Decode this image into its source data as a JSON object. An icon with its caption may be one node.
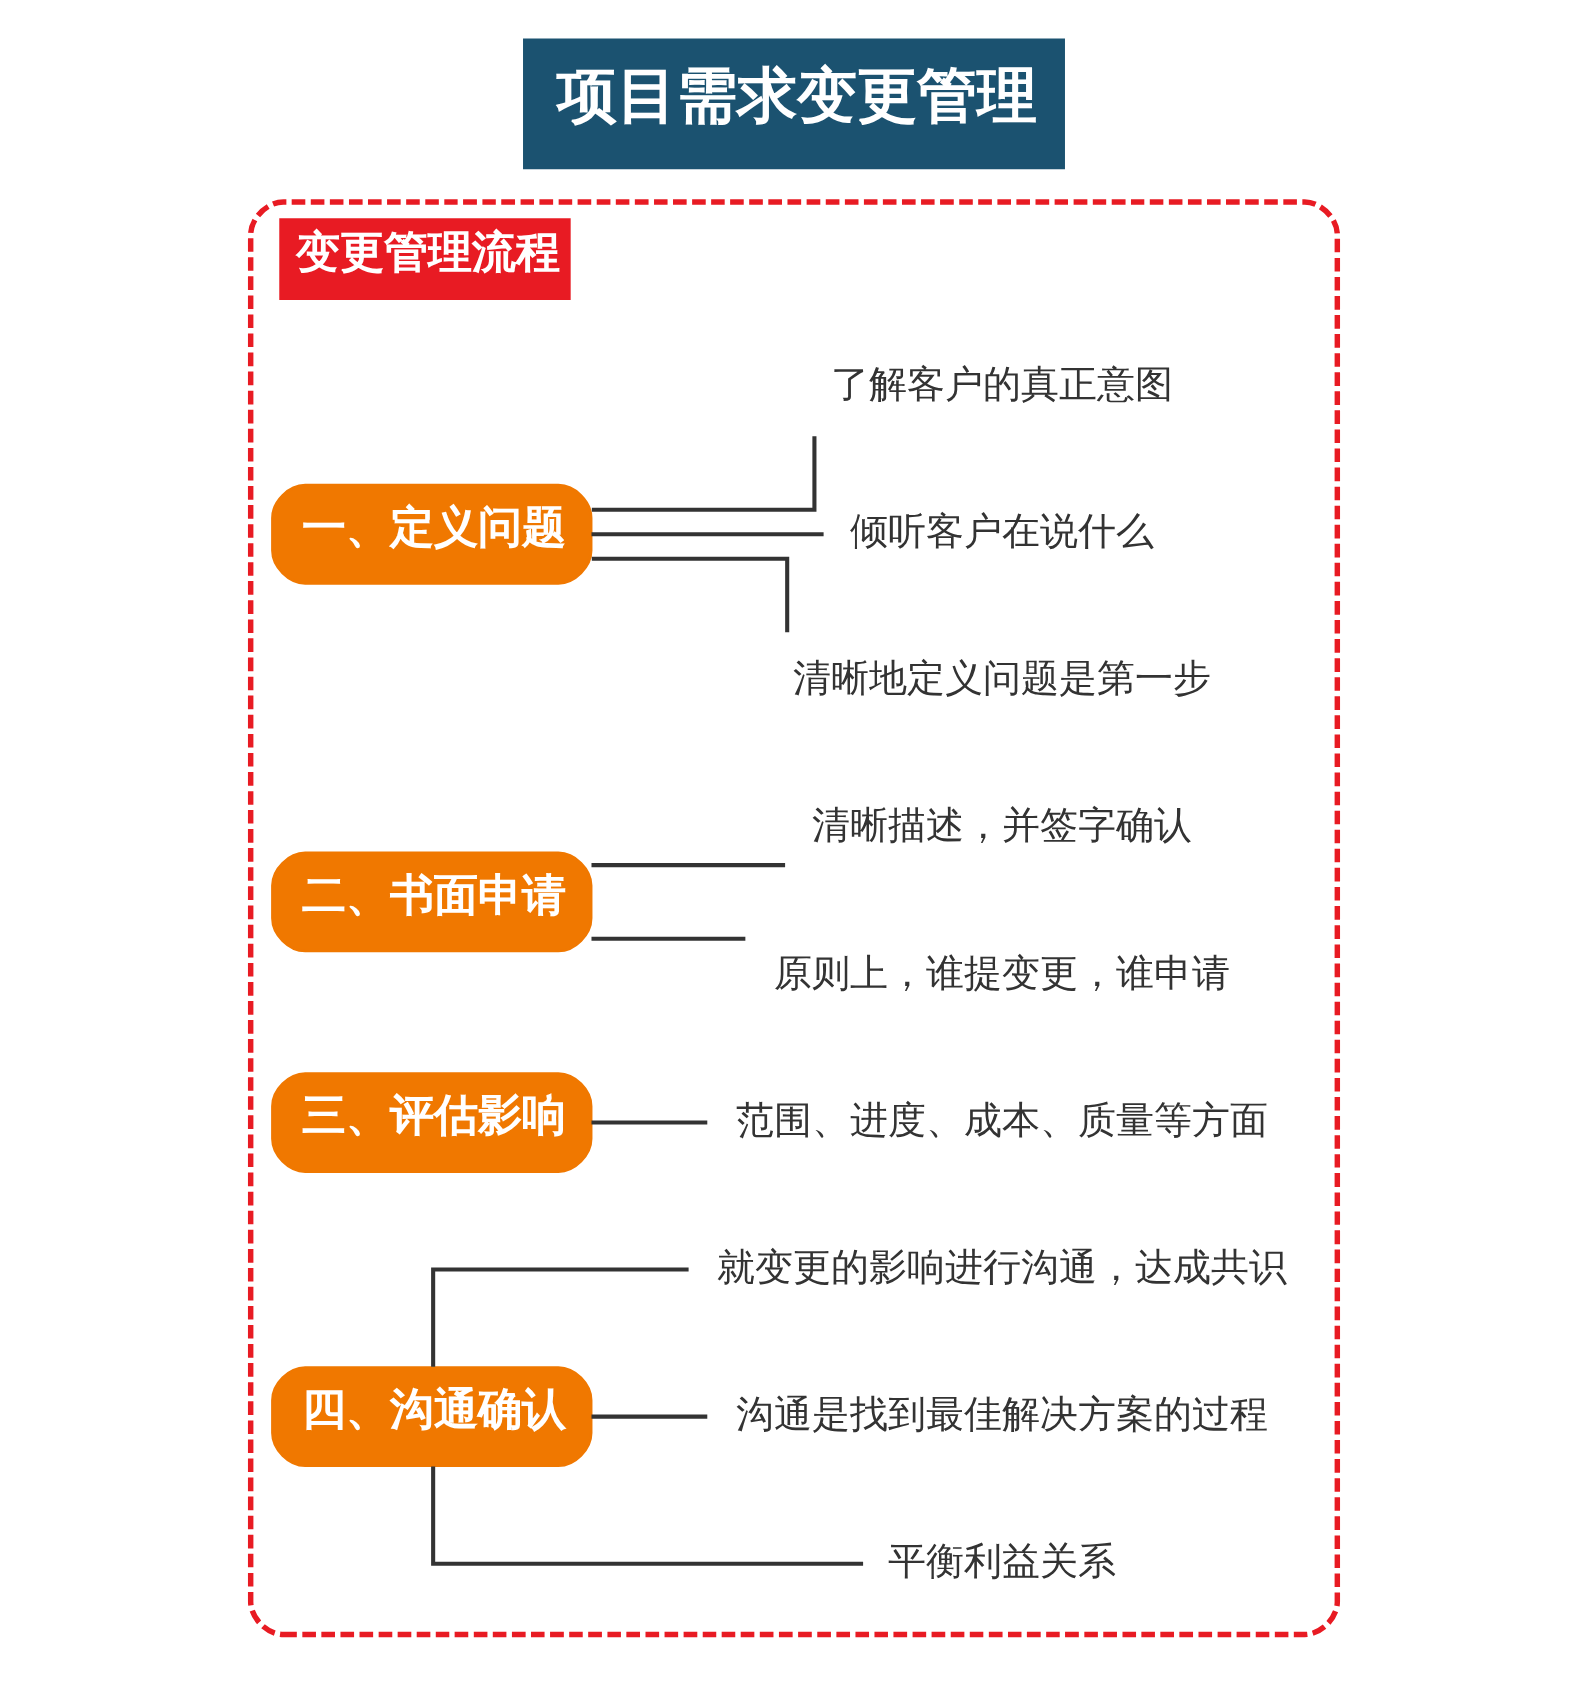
{
  "diagram": {
    "title": "项目需求变更管理",
    "nodes": [
      {
        "text": [
          "变更管理流程"
        ]
      },
      {
        "text": [
          "一、定义问题"
        ],
        "in": 0
      },
      {
        "text": [
          "清晰地定义问题是第一步"
        ],
        "in": 0
      },
      {
        "text": [
          "倾听客户在说什么"
        ],
        "in": 0
      },
      {
        "text": [
          "了解客户的真正意图"
        ],
        "in": 0
      },
      {
        "text": [
          "二、书面申请"
        ],
        "in": 0
      },
      {
        "text": [
          "原则上，谁提变更，谁申请"
        ],
        "in": 0
      },
      {
        "text": [
          "清晰描述，并签字确认"
        ],
        "in": 0
      },
      {
        "text": [
          "三、评估影响"
        ],
        "in": 0
      },
      {
        "text": [
          "范围、进度、成本、质量等方面"
        ],
        "in": 0
      },
      {
        "text": [
          "四、沟通确认"
        ],
        "in": 0
      },
      {
        "text": [
          "平衡利益关系"
        ],
        "in": 0
      },
      {
        "text": [
          "沟通是找到最佳解决方案的过程"
        ],
        "in": 0
      },
      {
        "text": [
          "就变更的影响进行沟通，达成共识"
        ],
        "in": 0
      }
    ],
    "edges": [
      {
        "from": 1,
        "to": 2,
        "arrow": "none"
      },
      {
        "from": 1,
        "to": 3,
        "arrow": "none"
      },
      {
        "from": 1,
        "to": 4,
        "arrow": "none"
      },
      {
        "from": 5,
        "to": 6,
        "arrow": "none"
      },
      {
        "from": 5,
        "to": 7,
        "arrow": "none"
      },
      {
        "from": 8,
        "to": 9,
        "arrow": "none"
      },
      {
        "from": 10,
        "to": 11,
        "arrow": "none"
      },
      {
        "from": 10,
        "to": 12,
        "arrow": "none"
      },
      {
        "from": 10,
        "to": 13,
        "arrow": "none"
      }
    ]
  }
}
